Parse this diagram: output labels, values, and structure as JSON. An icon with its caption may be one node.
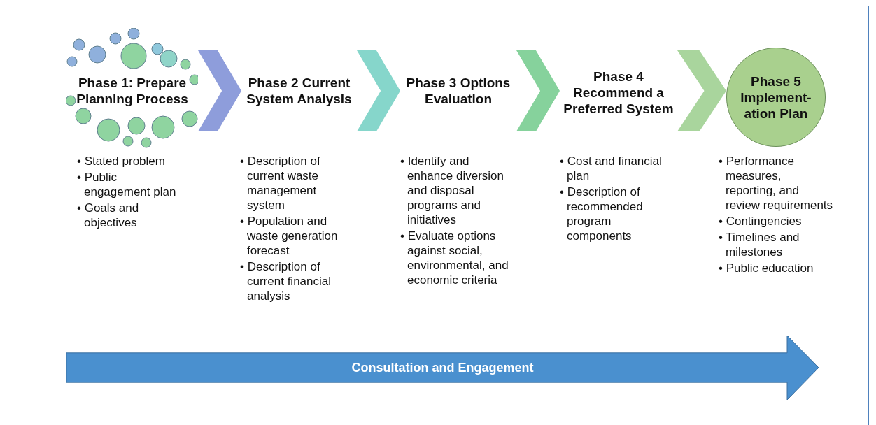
{
  "diagram": {
    "nodes": [
      {
        "text": [
          "Phase 1: Prepare Planning Process"
        ],
        "beside": [
          "• Stated problem",
          "• Public engagement plan",
          "• Goals and objectives"
        ]
      },
      {
        "text": [
          "Phase 2 Current System Analysis"
        ],
        "beside": [
          "• Description of current waste management system",
          "• Population and waste generation forecast",
          "• Description of current financial analysis"
        ]
      },
      {
        "text": [
          "Phase 3 Options Evaluation"
        ],
        "beside": [
          "• Identify and enhance diversion and disposal programs and initiatives",
          "• Evaluate options against social, environmental, and economic criteria"
        ]
      },
      {
        "text": [
          "Phase 4 Recommend a Preferred System"
        ],
        "beside": [
          "• Cost and financial plan",
          "• Description of recommended program components"
        ]
      },
      {
        "text": [
          "Phase 5 Implement-ation Plan"
        ],
        "beside": [
          "• Performance measures, reporting, and review requirements",
          "• Contingencies",
          "• Timelines and milestones",
          "• Public education"
        ]
      },
      {
        "text": [
          "Consultation and Engagement"
        ]
      }
    ],
    "edges": [
      {
        "from": 0,
        "to": 1,
        "arrow": "to",
        "color": "#8e9ddb"
      },
      {
        "from": 1,
        "to": 2,
        "arrow": "to",
        "color": "#86d6cb"
      },
      {
        "from": 2,
        "to": 3,
        "arrow": "to",
        "color": "#86d29c"
      },
      {
        "from": 3,
        "to": 4,
        "arrow": "to",
        "color": "#a9d59d"
      }
    ]
  }
}
